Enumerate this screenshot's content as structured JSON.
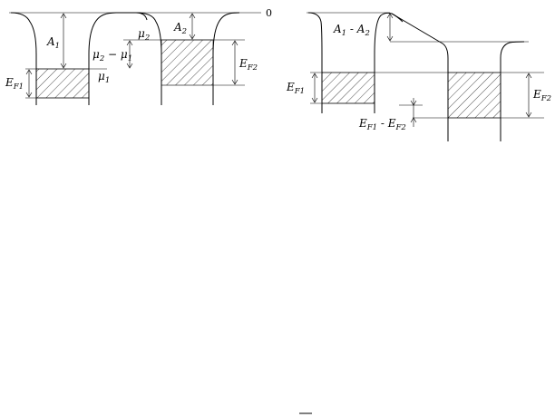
{
  "left_panel": {
    "zero": "0",
    "A1": {
      "base": "A",
      "sub": "1"
    },
    "A2": {
      "base": "A",
      "sub": "2"
    },
    "mu2": {
      "base": "μ",
      "sub": "2"
    },
    "mu1": {
      "base": "μ",
      "sub": "1"
    },
    "mu_diff": {
      "a": "μ",
      "a_sub": "2",
      "op": " − ",
      "b": "μ",
      "b_sub": "1"
    },
    "EF1": {
      "base": "E",
      "sub": "F1"
    },
    "EF2": {
      "base": "E",
      "sub": "F2"
    }
  },
  "right_panel": {
    "A_diff": {
      "a": "A",
      "a_sub": "1",
      "op": " - ",
      "b": "A",
      "b_sub": "2"
    },
    "EF1": {
      "base": "E",
      "sub": "F1"
    },
    "EF2": {
      "base": "E",
      "sub": "F2"
    },
    "EF_diff": {
      "a": "E",
      "a_sub": "F1",
      "op": " - ",
      "b": "E",
      "b_sub": "F2"
    }
  }
}
